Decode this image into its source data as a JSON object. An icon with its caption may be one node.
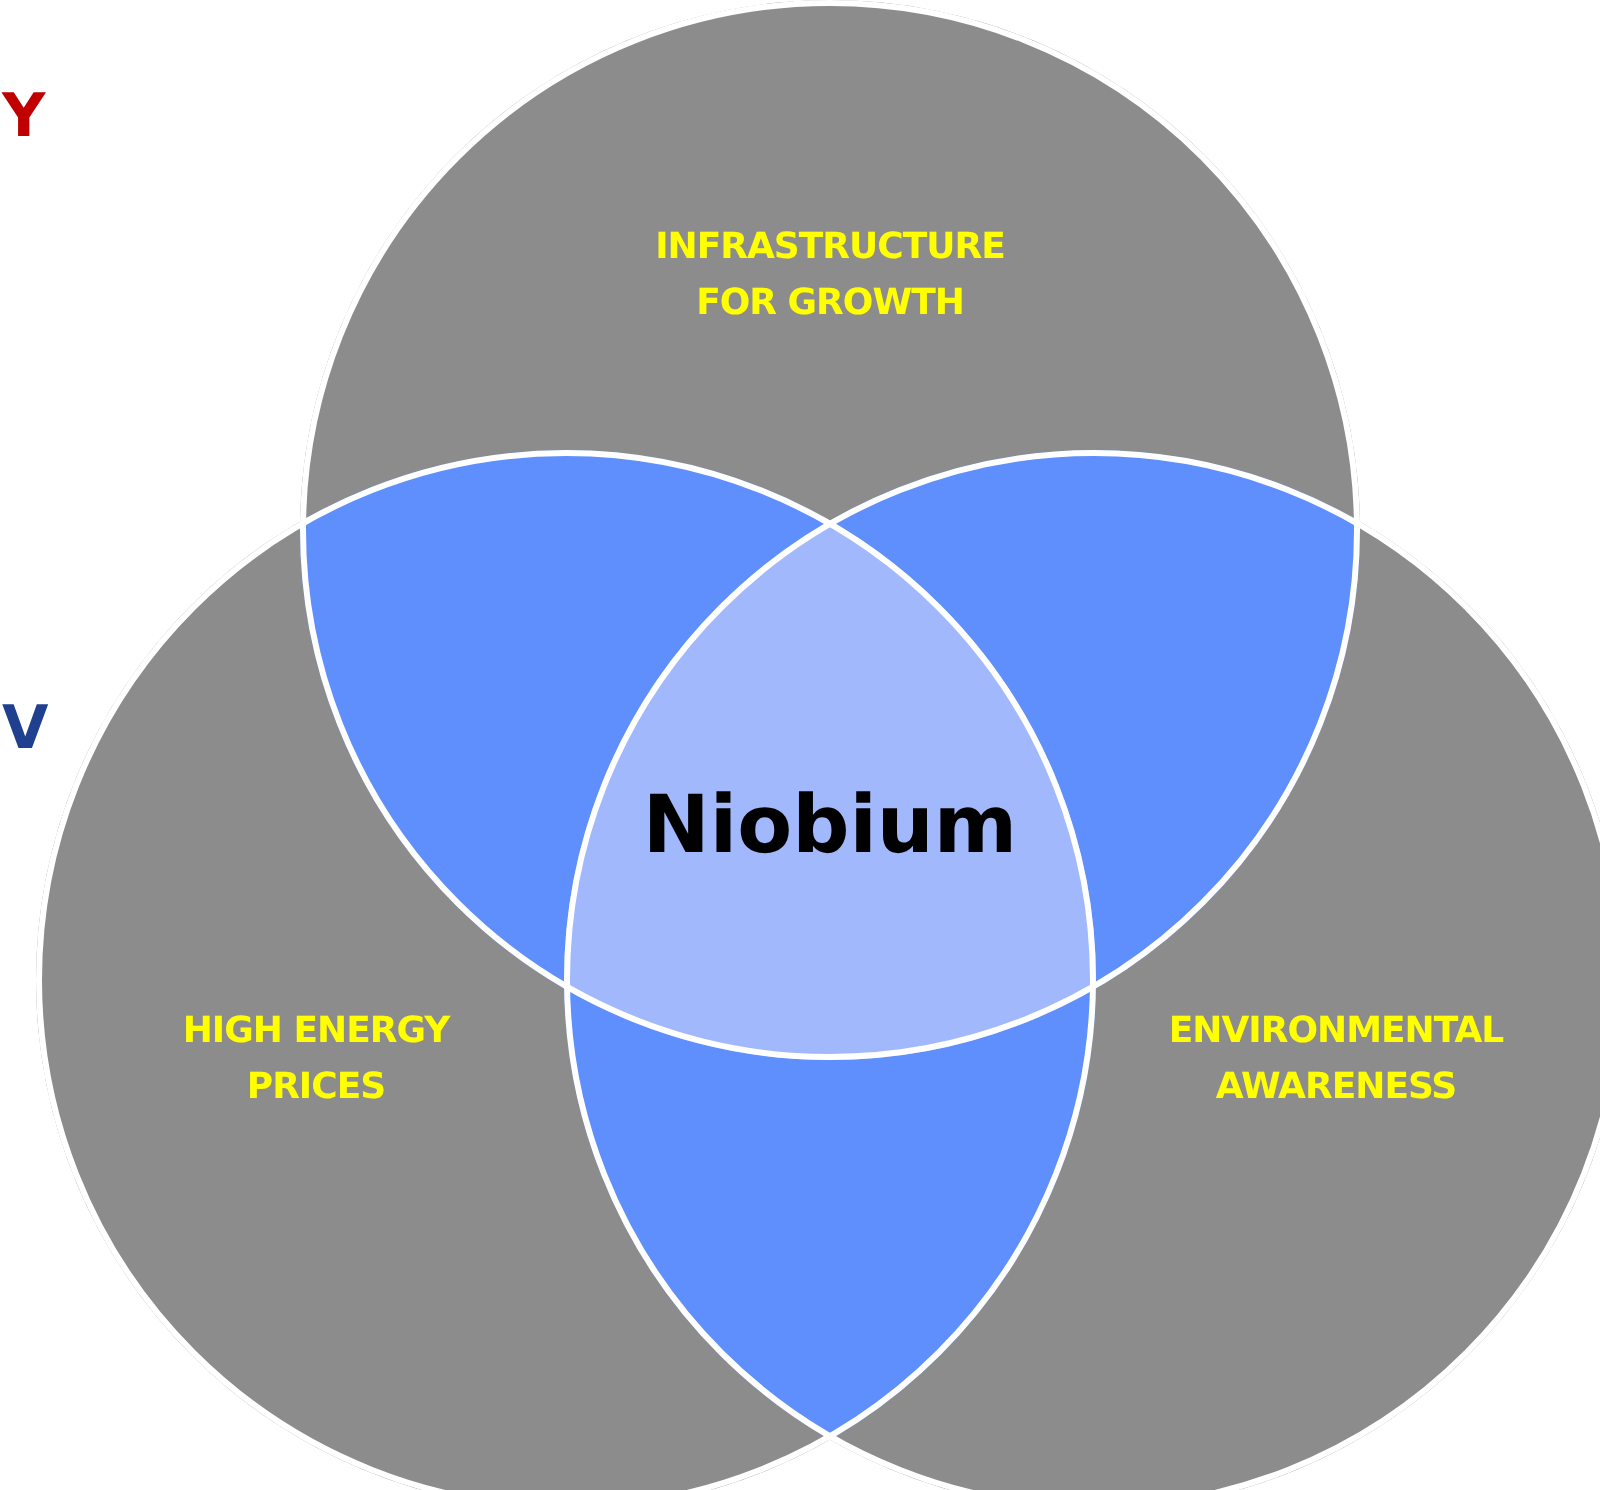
{
  "diagram": {
    "nodes": [
      {
        "text": [
          "INFRASTRUCTURE FOR GROWTH"
        ]
      },
      {
        "text": [
          "HIGH ENERGY PRICES"
        ]
      },
      {
        "text": [
          "ENVIRONMENTAL AWARENESS"
        ]
      },
      {
        "text": [
          "Niobium"
        ]
      }
    ],
    "edges": [],
    "labels": [
      "Y",
      "V"
    ]
  }
}
